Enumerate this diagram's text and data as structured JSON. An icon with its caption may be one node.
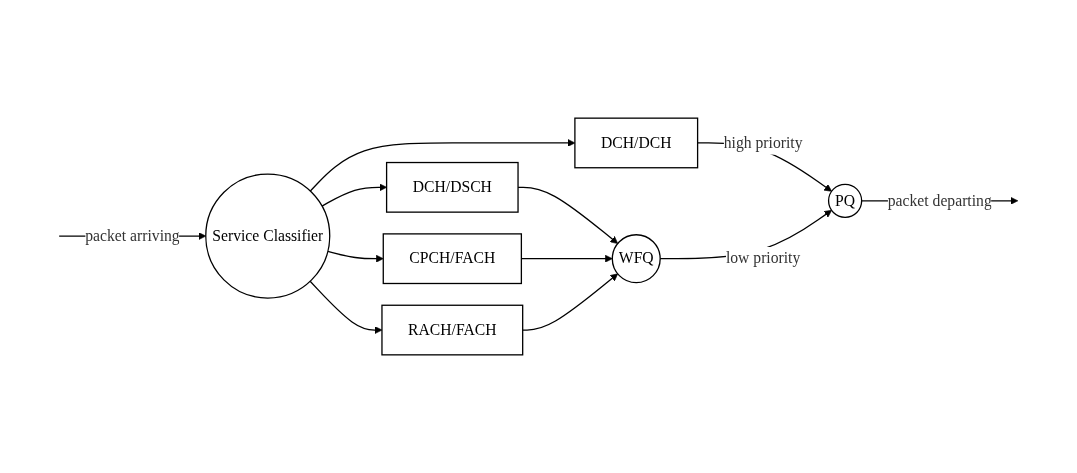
{
  "diagram": {
    "nodes": [
      {
        "text": [
          "Service Classifier"
        ]
      },
      {
        "text": [
          "DCH/DCH"
        ]
      },
      {
        "text": [
          "DCH/DSCH"
        ]
      },
      {
        "text": [
          "CPCH/FACH"
        ]
      },
      {
        "text": [
          "RACH/FACH"
        ]
      },
      {
        "text": [
          "PQ"
        ]
      },
      {
        "text": [
          "WFQ"
        ]
      }
    ],
    "edges": [
      {
        "from": null,
        "to": 0,
        "arrow": "to",
        "label": "packet arriving"
      },
      {
        "from": 0,
        "to": 1,
        "arrow": "to"
      },
      {
        "from": 0,
        "to": 2,
        "arrow": "to"
      },
      {
        "from": 0,
        "to": 3,
        "arrow": "to"
      },
      {
        "from": 0,
        "to": 4,
        "arrow": "to"
      },
      {
        "from": 1,
        "to": 5,
        "arrow": "to",
        "label": "high priority"
      },
      {
        "from": 2,
        "to": 6,
        "arrow": "to"
      },
      {
        "from": 3,
        "to": 6,
        "arrow": "to"
      },
      {
        "from": 4,
        "to": 6,
        "arrow": "to"
      },
      {
        "from": 6,
        "to": 5,
        "arrow": "to",
        "label": "low priority"
      },
      {
        "from": 5,
        "to": null,
        "arrow": "to",
        "label": "packet departing"
      }
    ]
  }
}
